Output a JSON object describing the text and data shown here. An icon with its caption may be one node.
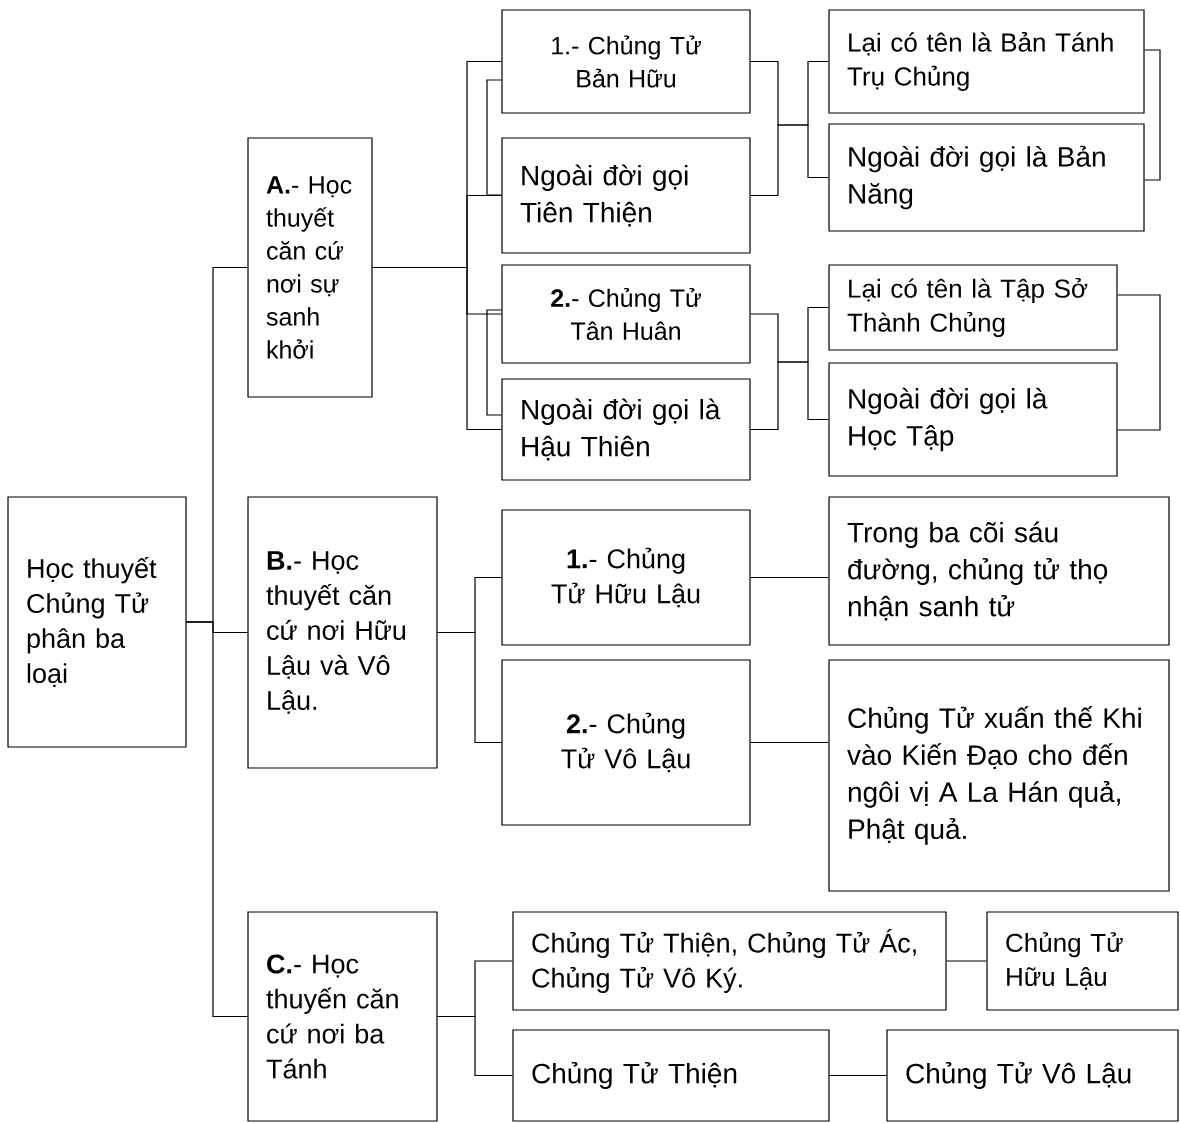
{
  "diagram": {
    "nodes": [
      {
        "text": [
          "Học thuyết Chủng Tử phân ba loại"
        ]
      },
      {
        "text": [
          "**A.**- Học thuyết căn cứ nơi sự sanh khởi"
        ]
      },
      {
        "text": [
          "**B.**- Học thuyết căn cứ nơi Hữu Lậu và Vô Lậu."
        ]
      },
      {
        "text": [
          "**C.**- Học thuyến căn cứ nơi ba Tánh"
        ]
      },
      {
        "text": [
          "1.- Chủng Tử Bản Hữu"
        ]
      },
      {
        "text": [
          "Ngoài đời gọi Tiên Thiện"
        ]
      },
      {
        "text": [
          "**2.**- Chủng Tử Tân Huân"
        ]
      },
      {
        "text": [
          "Ngoài đời gọi là Hậu Thiên"
        ]
      },
      {
        "text": [
          "Lại có tên là Bản Tánh Trụ Chủng"
        ]
      },
      {
        "text": [
          "Ngoài đời gọi là Bản Năng"
        ]
      },
      {
        "text": [
          "Lại có tên là Tập Sở Thành Chủng"
        ]
      },
      {
        "text": [
          "Ngoài đời gọi là Học Tập"
        ]
      },
      {
        "text": [
          "**1.**- Chủng Tử Hữu Lậu"
        ]
      },
      {
        "text": [
          "**2.**- Chủng Tử Vô Lậu"
        ]
      },
      {
        "text": [
          "Trong ba cõi sáu đường, chủng tử thọ nhận sanh tử"
        ]
      },
      {
        "text": [
          "Chủng Tử xuấn thế Khi vào Kiến Đạo cho đến ngôi vị A La Hán quả, Phật quả."
        ]
      },
      {
        "text": [
          "Chủng Tử Thiện, Chủng Tử Ác, Chủng Tử Vô Ký."
        ]
      },
      {
        "text": [
          "Chủng Tử Hữu Lậu"
        ]
      },
      {
        "text": [
          "Chủng Tử Thiện"
        ]
      },
      {
        "text": [
          "Chủng Tử Vô Lậu"
        ]
      }
    ],
    "edges": [
      {
        "from": 0,
        "to": 1,
        "arrow": "none"
      },
      {
        "from": 0,
        "to": 2,
        "arrow": "none"
      },
      {
        "from": 0,
        "to": 3,
        "arrow": "none"
      },
      {
        "from": 1,
        "to": 4,
        "arrow": "none"
      },
      {
        "from": 1,
        "to": 5,
        "arrow": "none"
      },
      {
        "from": 1,
        "to": 6,
        "arrow": "none"
      },
      {
        "from": 1,
        "to": 7,
        "arrow": "none"
      },
      {
        "from": 4,
        "to": 8,
        "arrow": "none"
      },
      {
        "from": 5,
        "to": 9,
        "arrow": "none"
      },
      {
        "from": 6,
        "to": 10,
        "arrow": "none"
      },
      {
        "from": 7,
        "to": 11,
        "arrow": "none"
      },
      {
        "from": 2,
        "to": 12,
        "arrow": "none"
      },
      {
        "from": 2,
        "to": 13,
        "arrow": "none"
      },
      {
        "from": 12,
        "to": 14,
        "arrow": "none"
      },
      {
        "from": 13,
        "to": 15,
        "arrow": "none"
      },
      {
        "from": 3,
        "to": 16,
        "arrow": "none"
      },
      {
        "from": 3,
        "to": 18,
        "arrow": "none"
      },
      {
        "from": 16,
        "to": 17,
        "arrow": "none"
      },
      {
        "from": 18,
        "to": 19,
        "arrow": "none"
      },
      {
        "from": 4,
        "to": 5,
        "arrow": "none"
      },
      {
        "from": 6,
        "to": 7,
        "arrow": "none"
      },
      {
        "from": 8,
        "to": 9,
        "arrow": "none"
      },
      {
        "from": 10,
        "to": 11,
        "arrow": "none"
      }
    ]
  }
}
